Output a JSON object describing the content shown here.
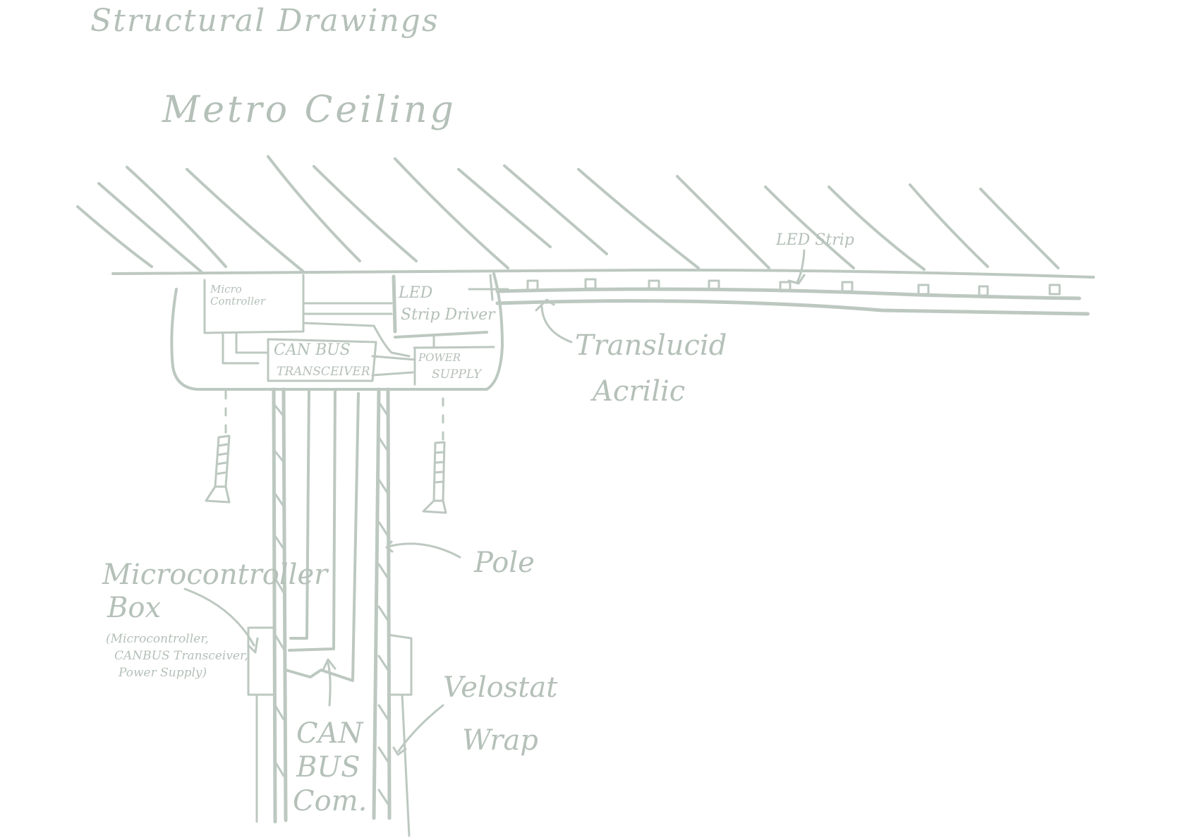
{
  "header": {
    "title": "Structural Drawings",
    "subtitle": "Metro Ceiling"
  },
  "components": {
    "microcontroller": [
      "Micro",
      "Controller"
    ],
    "led_driver": [
      "LED",
      "Strip Driver"
    ],
    "can_transceiver": [
      "CAN BUS",
      "TRANSCEIVER"
    ],
    "power_supply": [
      "POWER",
      "SUPPLY"
    ]
  },
  "callouts": {
    "led_strip": "LED Strip",
    "acrylic": [
      "Translucid",
      "Acrilic"
    ],
    "pole": "Pole",
    "mc_box": [
      "Microcontroller",
      "Box"
    ],
    "mc_box_contents": [
      "(Microcontroller,",
      "CANBUS Transceiver,",
      "Power Supply)"
    ],
    "can_bus": [
      "CAN",
      "BUS",
      "Com."
    ],
    "velostat": [
      "Velostat",
      "Wrap"
    ]
  },
  "colors": {
    "stroke": "#bcc8c0",
    "text": "#b4c0b8",
    "background": "#ffffff"
  }
}
